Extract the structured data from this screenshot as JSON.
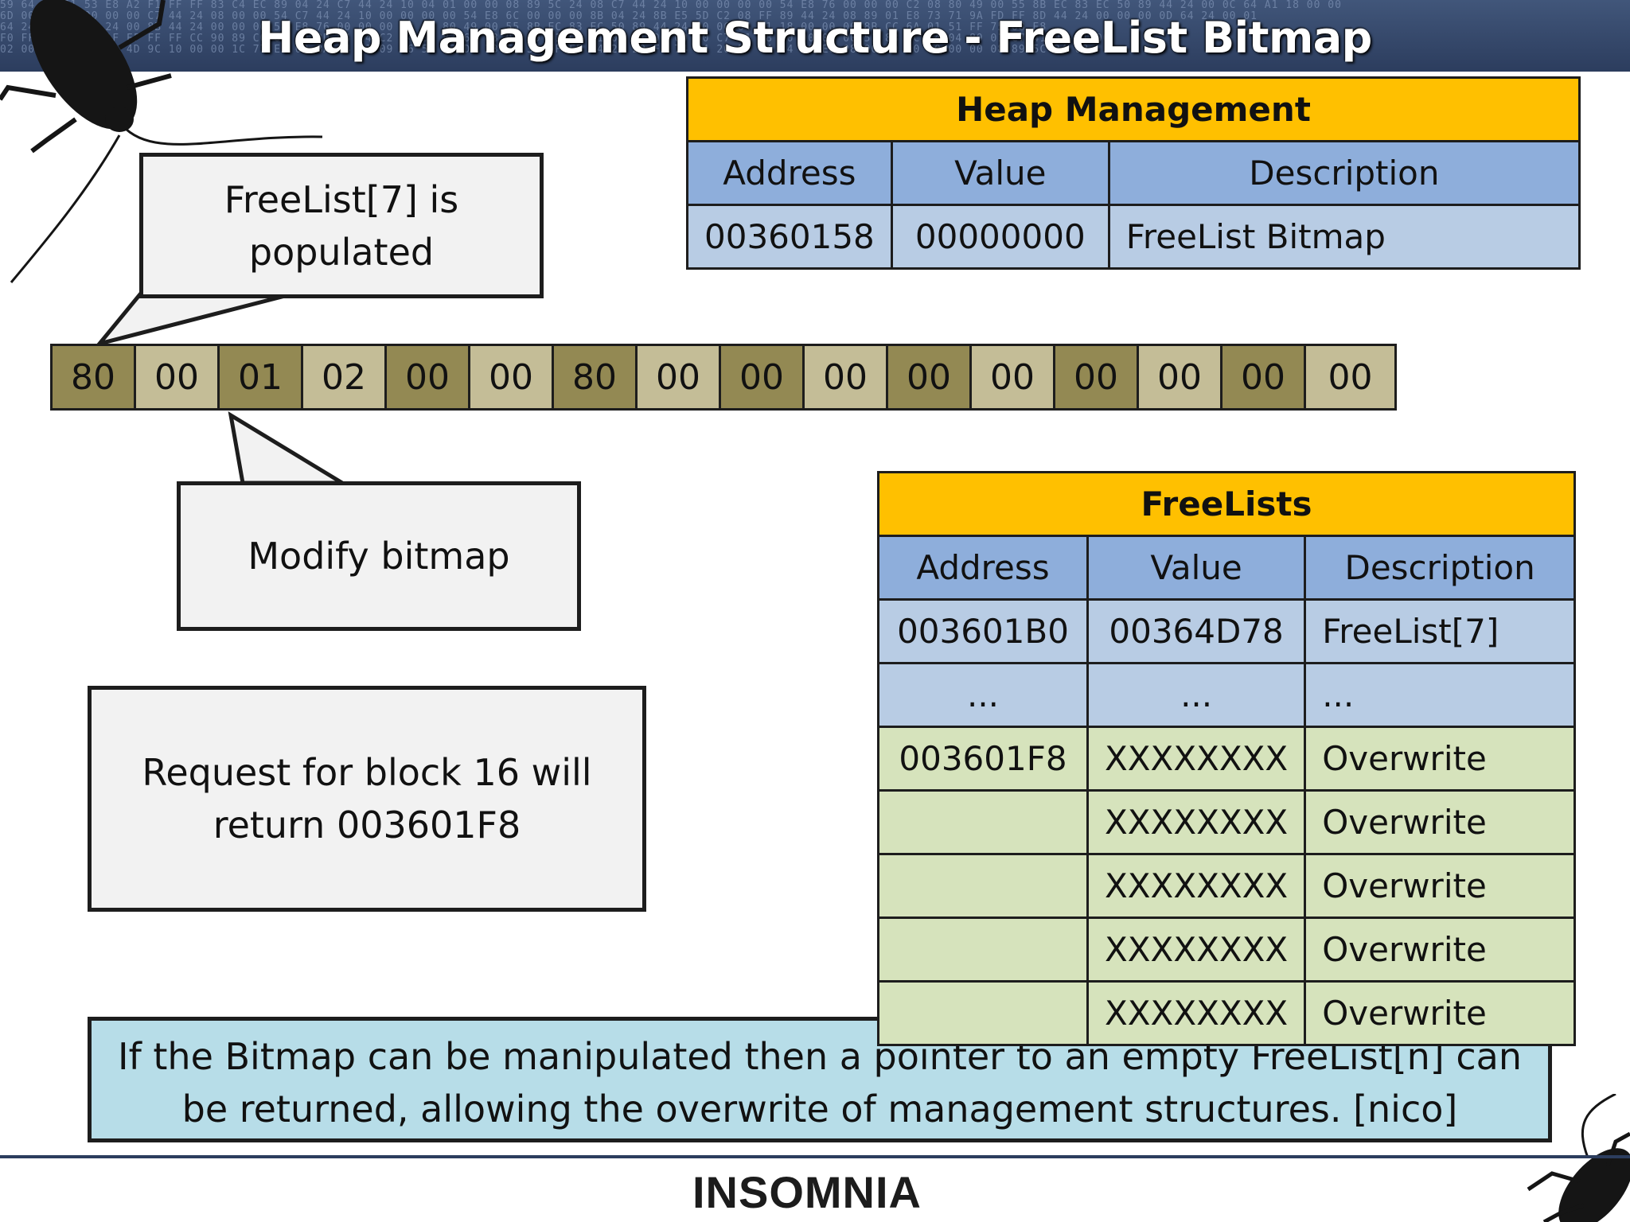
{
  "slide": {
    "title": "Heap Management Structure - FreeList Bitmap",
    "hex_background": "59 64 2E 51 53 E8 A2 F1 FF FF 83 C4 EC 89 04 24 C7 44 24 10 04 01 00 00 08 89 5C 24 08 C7 44 24 10 00 00 00 00 54 E8 76 00 00 00 C2 08 80 49 00 55 8B EC 83 EC 50 89 44 24 00 0C 64 A1 18 00 00\n6D 00 34 B8 00 00 00 C7 44 24 08 00 00 54 C7 44 24 10 00 00 00 00 54 E8 6C 00 00 00 8B 04 24 8B E5 5D C2 08 FF 89 44 24 08 89 01 E8 73 71 9A FD FF 8D 44 24 00 00 00 0D 64 24 00 01\n64 24 00 8D 54 24 00 8B 44 24 00 00 00 54 E8 76 00 00 00 C2 08 80 49 00 55 8B EC 83 EC 50 89 44 24 00 0C 64 A1 18 00 00 00 8B CC 6A 01 51 FF 75 08 E8\nF0 FF FF 50 E8 AF FF FF FF CC 90 89 C0 00 00 8D 04 24 C2 24 BB 83 61 08 00 89 01 C7 41 04 01 00 00 00 C7 41 08 00 00 00 00 51 8B 4C 24 04 89 01 C7 41 04 01 00\n02 00 55 8B EC 8D 4D 9C 10 00 00 1C 77 EB 08 BA 74 01 09 56 57 33 DB 33 F6 33 FF FF 74 24 20 FF 74 24 20 FF 74 24 20 E8 08 00 00 00 00 00 00 08 89 5C 24 08"
  },
  "heap_management": {
    "title": "Heap Management",
    "columns": [
      "Address",
      "Value",
      "Description"
    ],
    "rows": [
      {
        "address": "00360158",
        "value": "00000000",
        "description": "FreeList Bitmap"
      }
    ]
  },
  "bitmap": [
    "80",
    "00",
    "01",
    "02",
    "00",
    "00",
    "80",
    "00",
    "00",
    "00",
    "00",
    "00",
    "00",
    "00",
    "00",
    "00"
  ],
  "callouts": {
    "populated": [
      "FreeList[7] is",
      "populated"
    ],
    "modify": "Modify bitmap",
    "request": [
      "Request for block 16 will",
      "return 003601F8"
    ]
  },
  "freelists": {
    "title": "FreeLists",
    "columns": [
      "Address",
      "Value",
      "Description"
    ],
    "rows": [
      {
        "address": "003601B0",
        "value": "00364D78",
        "description": "FreeList[7]"
      },
      {
        "address": "...",
        "value": "...",
        "description": "..."
      },
      {
        "address": "003601F8",
        "value": "XXXXXXXX",
        "description": "Overwrite"
      },
      {
        "address": "",
        "value": "XXXXXXXX",
        "description": "Overwrite"
      },
      {
        "address": "",
        "value": "XXXXXXXX",
        "description": "Overwrite"
      },
      {
        "address": "",
        "value": "XXXXXXXX",
        "description": "Overwrite"
      },
      {
        "address": "",
        "value": "XXXXXXXX",
        "description": "Overwrite"
      }
    ]
  },
  "note": {
    "line1": "If the Bitmap can be manipulated then a pointer to an empty FreeList[n] can",
    "line2": "be returned, allowing the overwrite of management structures. [nico]"
  },
  "footer": {
    "logo": "INSOMNIA"
  },
  "colors": {
    "header": "#2c3d5e",
    "table_title": "#ffc000",
    "column_header": "#8eaedb",
    "row_blue": "#b8cce4",
    "row_green": "#d6e3bc",
    "bitmap_dark": "#938953",
    "bitmap_light": "#c4bd97",
    "note_box": "#b7dde8"
  }
}
